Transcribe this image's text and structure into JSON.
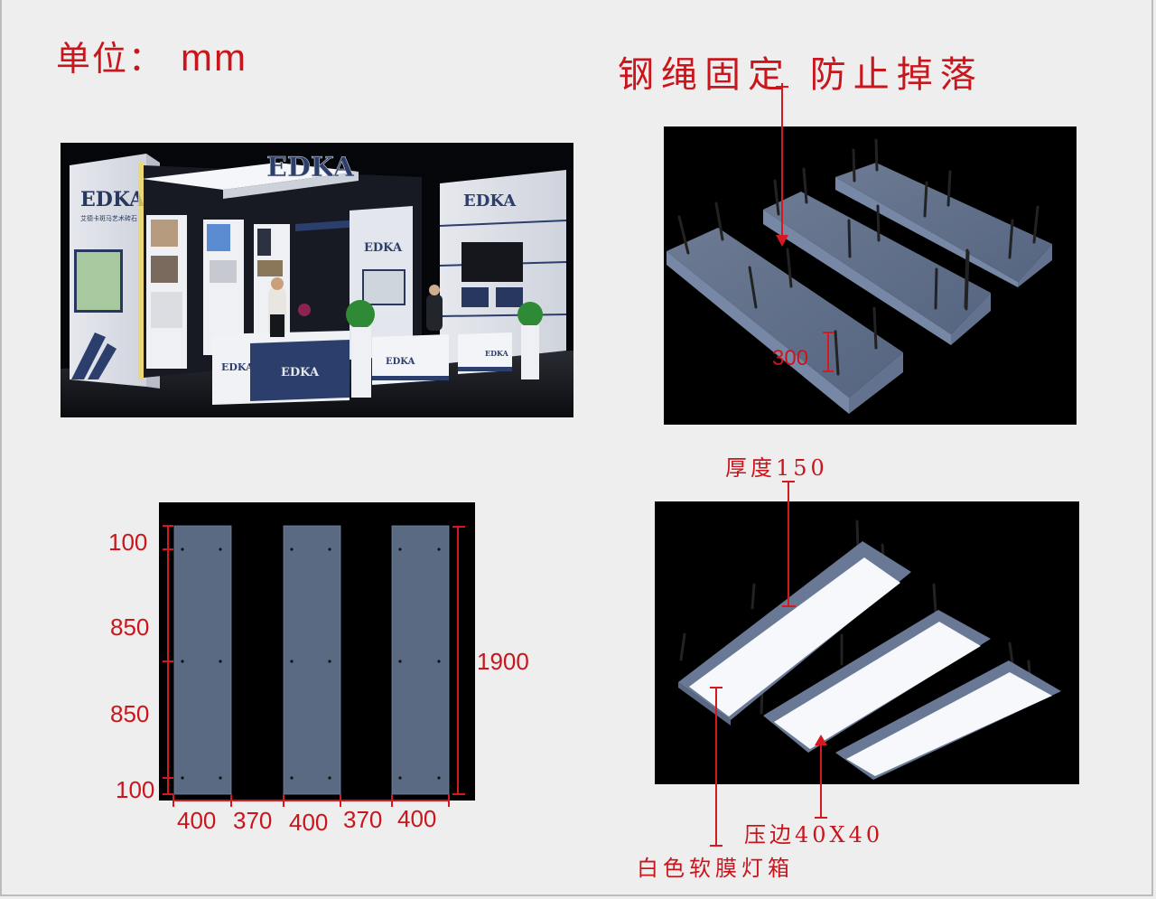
{
  "header": {
    "unit_label": "单位：",
    "unit_value": "mm",
    "rope_note": "钢绳固定 防止掉落"
  },
  "booth_render": {
    "brand": "EDKA",
    "brand_subtitle": "艾德卡斑马艺术砖石",
    "description": "Exhibition booth 3D render with suspended ceiling boxes"
  },
  "perspective_view": {
    "rope_length_label": "300",
    "box_count": 3,
    "rods_per_box": 6
  },
  "plan_view": {
    "vertical_dims": [
      "100",
      "850",
      "850",
      "100"
    ],
    "total_height": "1900",
    "horizontal_dims": [
      "400",
      "370",
      "400",
      "370",
      "400"
    ],
    "box_count": 3
  },
  "underside_view": {
    "thickness_label": "厚度150",
    "edge_label": "压边40X40",
    "lightbox_label": "白色软膜灯箱"
  },
  "colors": {
    "annotation_red": "#c9161d",
    "box_blue_gray": "#5b6a83",
    "background": "#eeeeee",
    "panel_bg": "#000000",
    "brand_navy": "#2c3e6b"
  }
}
